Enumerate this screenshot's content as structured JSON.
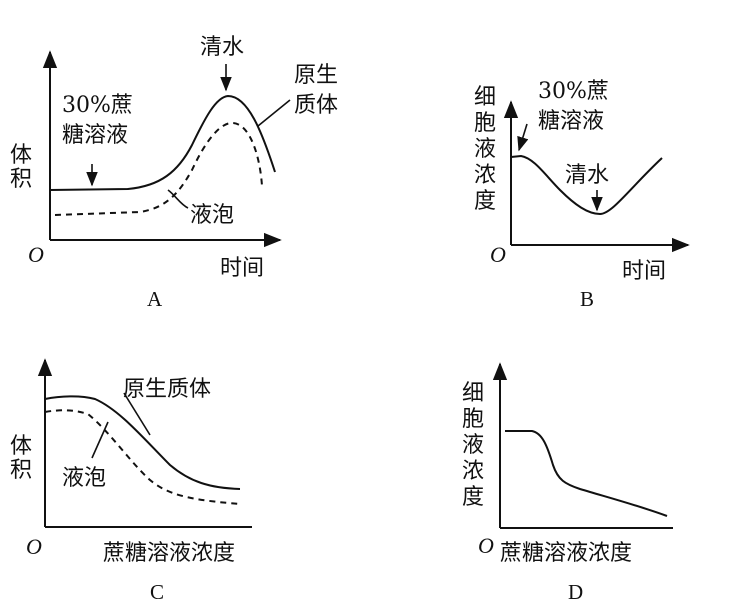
{
  "panels": [
    {
      "letter": "A",
      "y_axis_label": "体积",
      "x_axis_label": "时间",
      "origin": "O",
      "annotations": {
        "sucrose_line1": "30%蔗",
        "sucrose_line2": "糖溶液",
        "water": "清水",
        "protoplast_line1": "原生",
        "protoplast_line2": "质体",
        "vacuole": "液泡"
      }
    },
    {
      "letter": "B",
      "y_axis_label": "细胞液浓度",
      "x_axis_label": "时间",
      "origin": "O",
      "annotations": {
        "sucrose_line1": "30%蔗",
        "sucrose_line2": "糖溶液",
        "water": "清水"
      }
    },
    {
      "letter": "C",
      "y_axis_label": "体积",
      "x_axis_label": "蔗糖溶液浓度",
      "origin": "O",
      "annotations": {
        "protoplast": "原生质体",
        "vacuole": "液泡"
      }
    },
    {
      "letter": "D",
      "y_axis_label": "细胞液浓度",
      "x_axis_label": "蔗糖溶液浓度",
      "origin": "O"
    }
  ]
}
